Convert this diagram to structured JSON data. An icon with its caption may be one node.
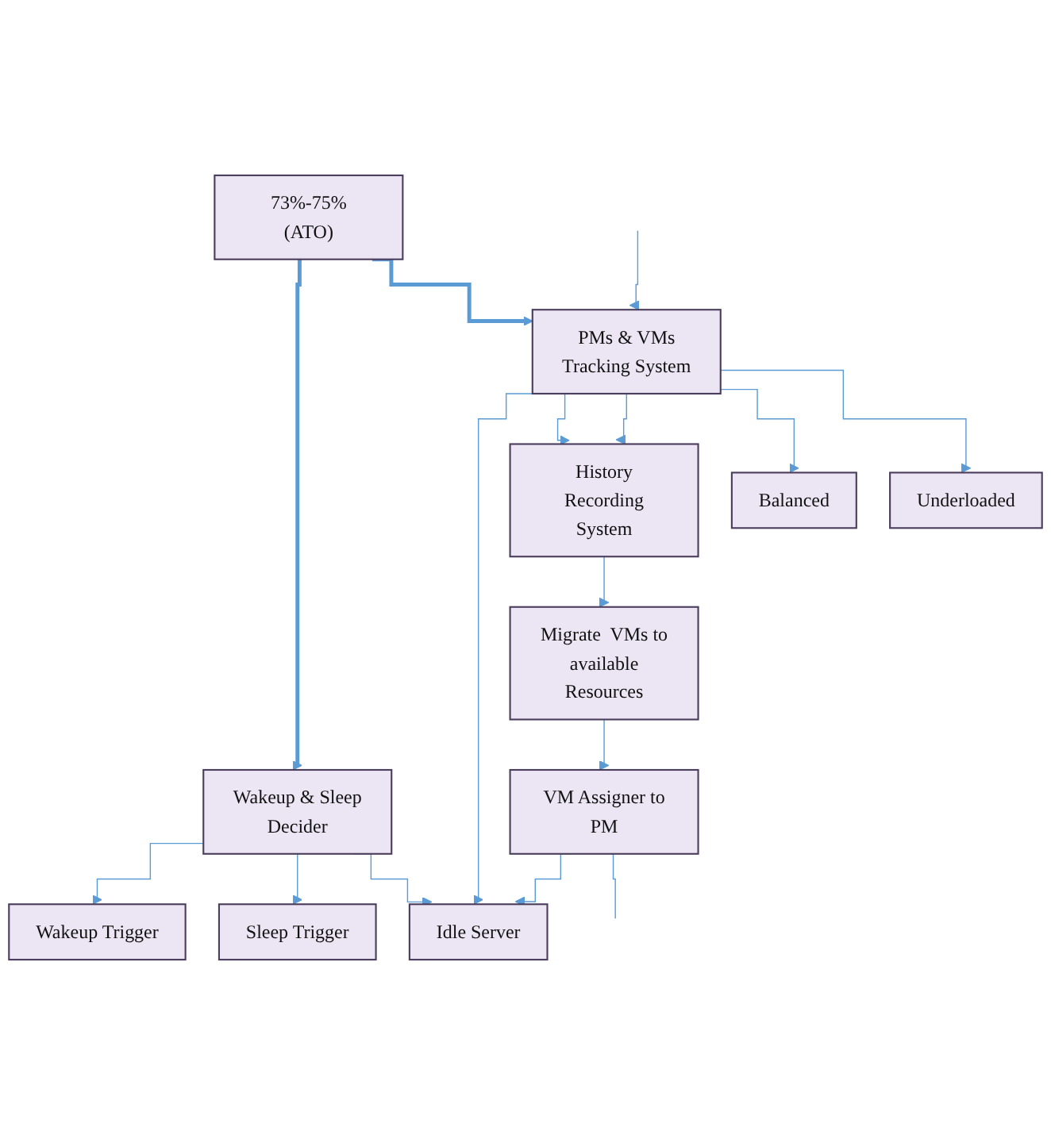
{
  "diagram": {
    "nodes": [
      {
        "text": [
          "73%-75%   (ATO)"
        ]
      },
      {
        "text": [
          "Wakeup & Sleep Decider"
        ]
      },
      {
        "text": [
          "Wakeup Trigger"
        ]
      },
      {
        "text": [
          "Sleep Trigger"
        ]
      },
      {
        "text": [
          "Idle Server"
        ]
      },
      {
        "text": [
          "History Recording System"
        ]
      },
      {
        "text": [
          "VM Assigner to PM"
        ]
      },
      {
        "text": [
          "PMs & VMs Tracking System"
        ]
      },
      {
        "text": [
          "Migrate  VMs to available Resources"
        ]
      },
      {
        "text": [
          "Balanced"
        ]
      },
      {
        "text": [
          "Underloaded"
        ]
      }
    ],
    "edges": [
      {
        "from": 0,
        "to": 1,
        "arrow": "to",
        "style": "thick"
      },
      {
        "from": 0,
        "to": 7,
        "arrow": "to",
        "style": "thick"
      },
      {
        "from": 1,
        "to": 2,
        "arrow": "to"
      },
      {
        "from": 1,
        "to": 3,
        "arrow": "to"
      },
      {
        "from": 1,
        "to": 4,
        "arrow": "to"
      },
      {
        "from": 6,
        "to": 4,
        "arrow": "to"
      },
      {
        "from": 7,
        "to": 4,
        "arrow": "to"
      },
      {
        "from": 7,
        "to": 5,
        "arrow": "to"
      },
      {
        "from": 7,
        "to": 5,
        "arrow": "to"
      },
      {
        "from": 5,
        "to": 8,
        "arrow": "to"
      },
      {
        "from": 8,
        "to": 6,
        "arrow": "to"
      },
      {
        "from": 7,
        "to": 9,
        "arrow": "to"
      },
      {
        "from": 7,
        "to": 10,
        "arrow": "to"
      },
      {
        "from": 6,
        "to": null,
        "arrow": "none"
      },
      {
        "from": null,
        "to": 7,
        "arrow": "to"
      }
    ]
  }
}
